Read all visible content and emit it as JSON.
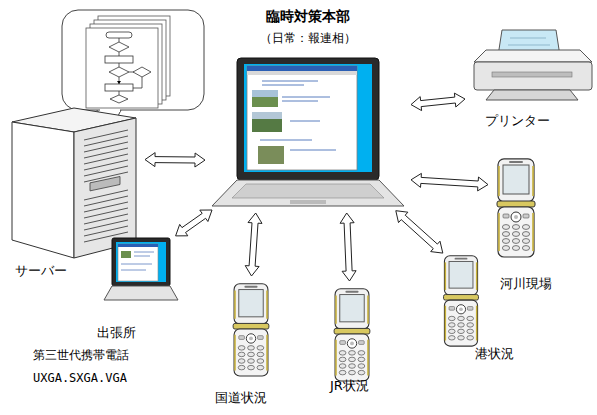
{
  "diagram": {
    "nodes": [
      {
        "text": [
          "臨時対策本部",
          "（日常：報連相）"
        ]
      },
      {
        "text": [
          "サーバー"
        ]
      },
      {
        "text": [
          "プリンター"
        ]
      },
      {
        "text": [
          "河川現場"
        ]
      },
      {
        "text": [
          "出張所"
        ]
      },
      {
        "text": [
          "港状況"
        ]
      },
      {
        "text": [
          "JR状況"
        ]
      },
      {
        "text": [
          "国道状況"
        ]
      }
    ],
    "edges": [
      {
        "from": 0,
        "to": 1,
        "arrow": "both"
      },
      {
        "from": 0,
        "to": 2,
        "arrow": "both"
      },
      {
        "from": 0,
        "to": 3,
        "arrow": "both"
      },
      {
        "from": 0,
        "to": 4,
        "arrow": "both"
      },
      {
        "from": 0,
        "to": 5,
        "arrow": "both"
      },
      {
        "from": 0,
        "to": 6,
        "arrow": "both"
      },
      {
        "from": 0,
        "to": 7,
        "arrow": "both"
      }
    ],
    "labels": [
      "第三世代携帯電話",
      "UXGA.SXGA.VGA"
    ]
  }
}
